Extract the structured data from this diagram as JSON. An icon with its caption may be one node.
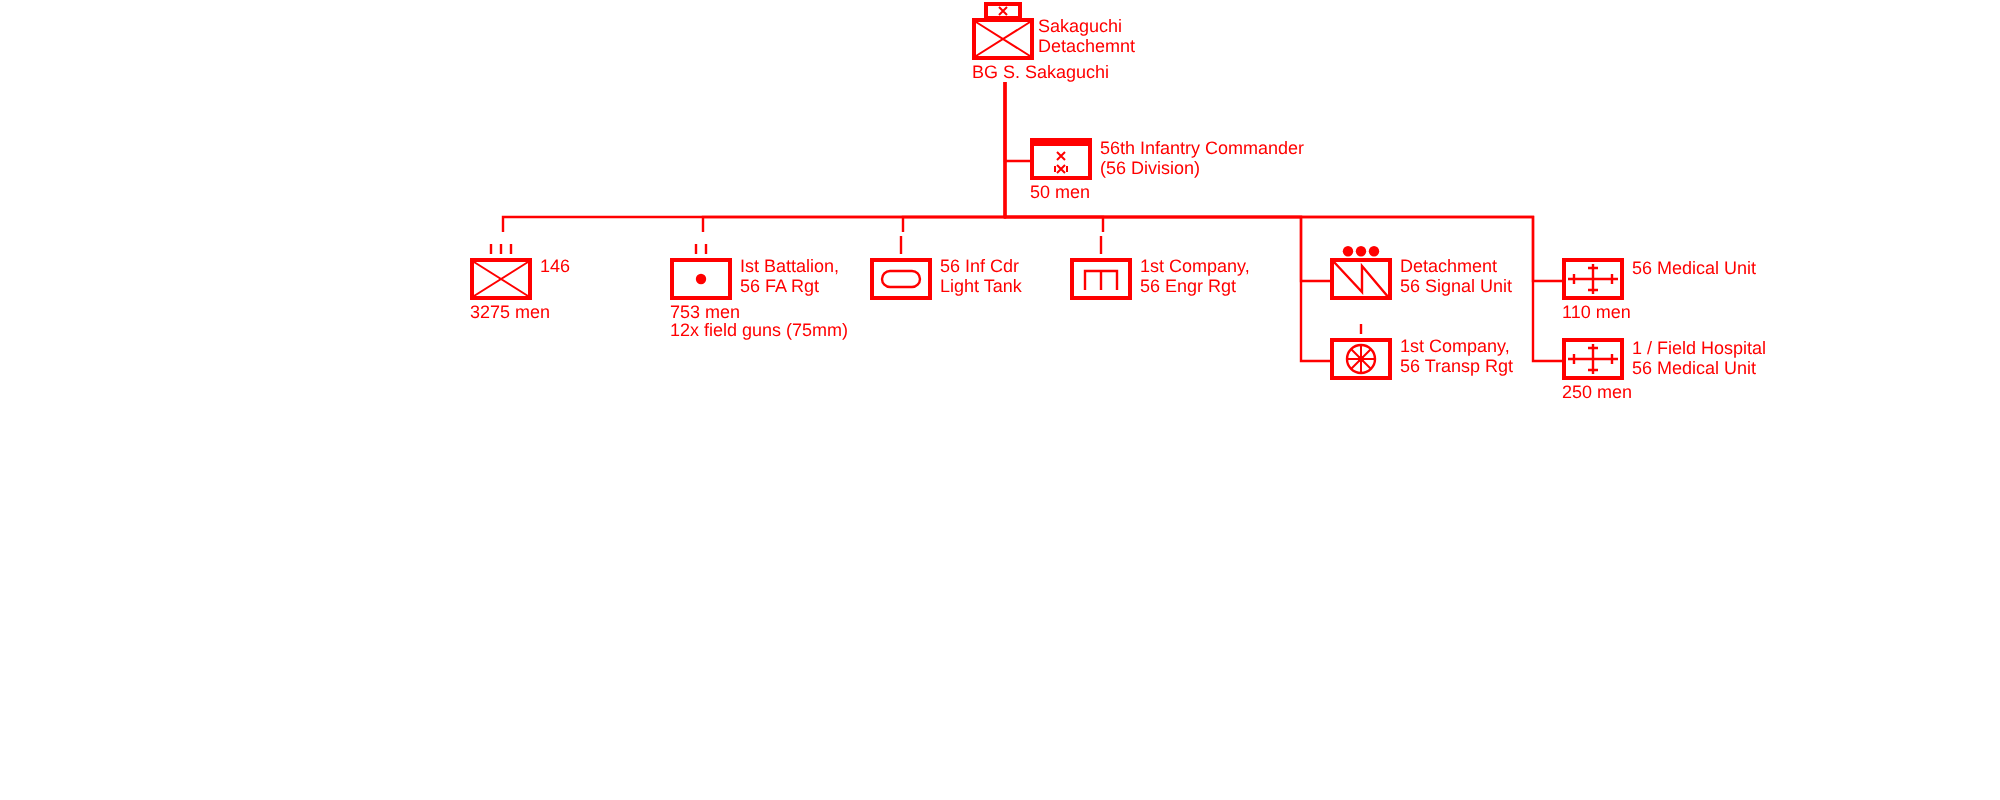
{
  "diagram": {
    "nodes": [
      {
        "text": [
          "Sakaguchi Detachemnt"
        ],
        "beside": [
          "BG S. Sakaguchi"
        ]
      },
      {
        "text": [
          "56th Infantry Commander (56 Division)"
        ],
        "beside": [
          "50 men"
        ]
      },
      {
        "text": [
          "146"
        ],
        "beside": [
          "3275 men"
        ]
      },
      {
        "text": [
          "Ist Battalion, 56 FA Rgt"
        ],
        "beside": [
          "753 men",
          "12x field guns (75mm)"
        ]
      },
      {
        "text": [
          "56 Inf Cdr Light Tank"
        ]
      },
      {
        "text": [
          "1st Company, 56 Engr Rgt"
        ]
      },
      {
        "text": [
          "Detachment 56 Signal Unit"
        ]
      },
      {
        "text": [
          "1st Company, 56 Transp Rgt"
        ]
      },
      {
        "text": [
          "56 Medical Unit"
        ],
        "beside": [
          "110 men"
        ]
      },
      {
        "text": [
          "1 / Field Hospital 56 Medical Unit"
        ],
        "beside": [
          "250 men"
        ]
      }
    ],
    "edges": [
      {
        "from": 0,
        "to": 1,
        "arrow": "none"
      },
      {
        "from": 0,
        "to": 2,
        "arrow": "none"
      },
      {
        "from": 0,
        "to": 3,
        "arrow": "none"
      },
      {
        "from": 0,
        "to": 4,
        "arrow": "none"
      },
      {
        "from": 0,
        "to": 5,
        "arrow": "none"
      },
      {
        "from": 0,
        "to": 6,
        "arrow": "none"
      },
      {
        "from": 0,
        "to": 7,
        "arrow": "none"
      },
      {
        "from": 0,
        "to": 8,
        "arrow": "none"
      },
      {
        "from": 0,
        "to": 9,
        "arrow": "none"
      }
    ]
  }
}
